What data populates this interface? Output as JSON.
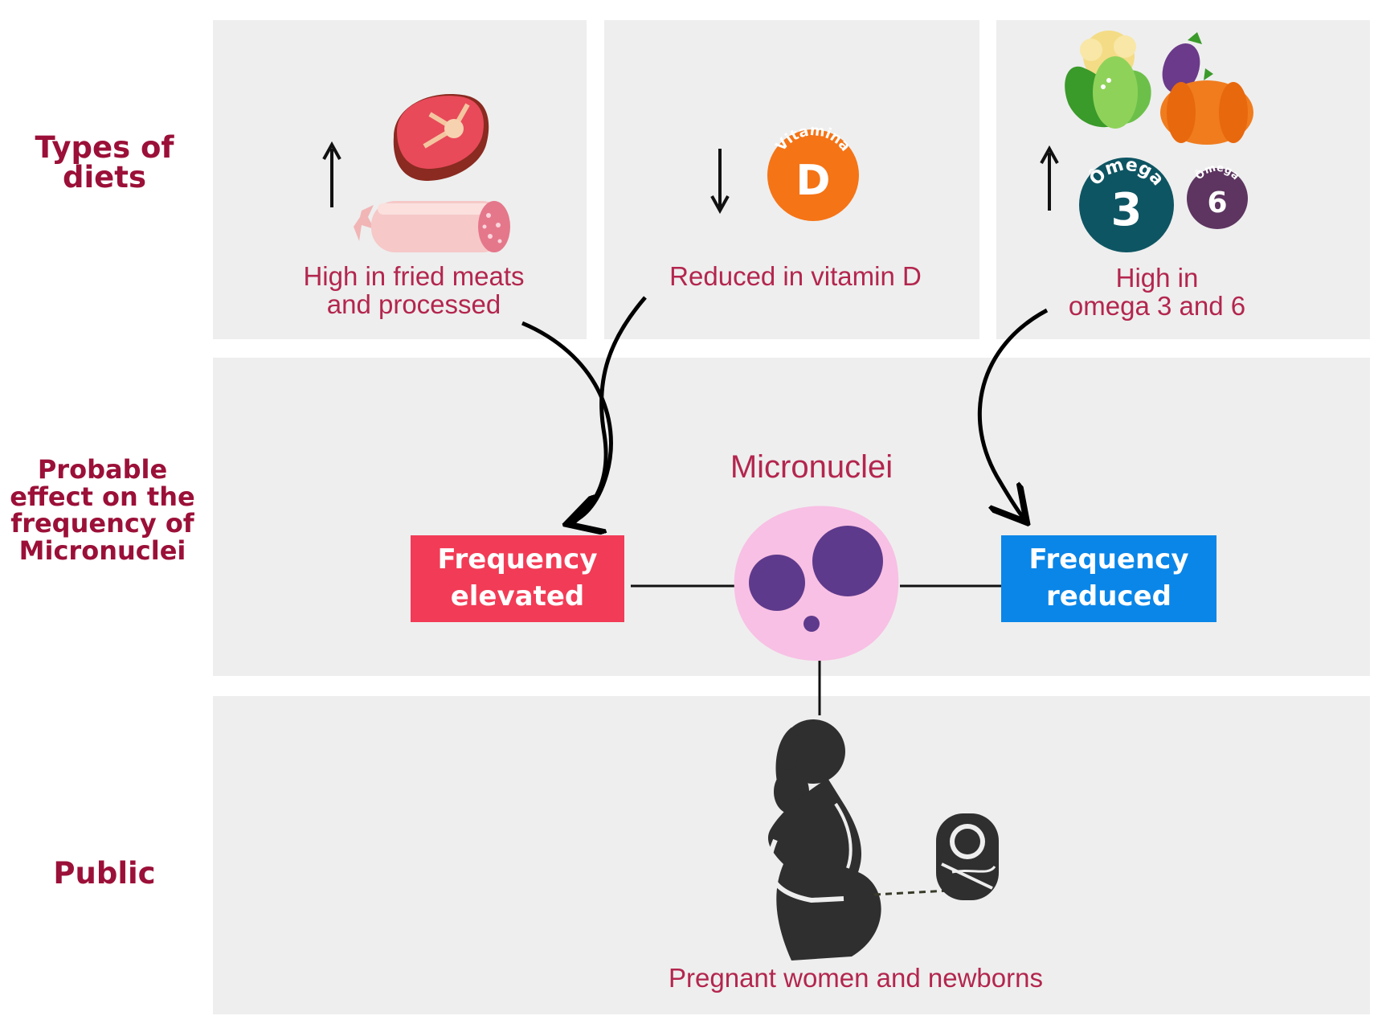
{
  "rows": {
    "diets": "Types of diets",
    "effect": "Probable effect on the frequency of Micronuclei",
    "public": "Public"
  },
  "diets": {
    "meats": {
      "arrow": "↑",
      "caption_line1": "High in fried meats",
      "caption_line2": "and processed"
    },
    "vitamin": {
      "arrow": "↓",
      "caption": "Reduced in vitamin D",
      "badge_letter": "D",
      "badge_arc": "Vitamina"
    },
    "omega": {
      "arrow": "↑",
      "caption_line1": "High in",
      "caption_line2": "omega 3 and 6",
      "omega3_num": "3",
      "omega3_arc": "Ômega",
      "omega6_num": "6",
      "omega6_arc": "Ômega"
    }
  },
  "effect": {
    "center_label": "Micronuclei",
    "elevated": "Frequency\nelevated",
    "reduced": "Frequency\nreduced"
  },
  "public": {
    "caption": "Pregnant women and newborns"
  },
  "colors": {
    "row_label": "#9b1038",
    "caption": "#b3264e",
    "elevated_box": "#f23b56",
    "reduced_box": "#0a86e8",
    "cell": "#f8c0e4",
    "nucleus": "#5e3a8c",
    "vitamin_badge": "#f57416",
    "omega3_badge": "#0e5563",
    "omega6_badge": "#5d3560"
  }
}
